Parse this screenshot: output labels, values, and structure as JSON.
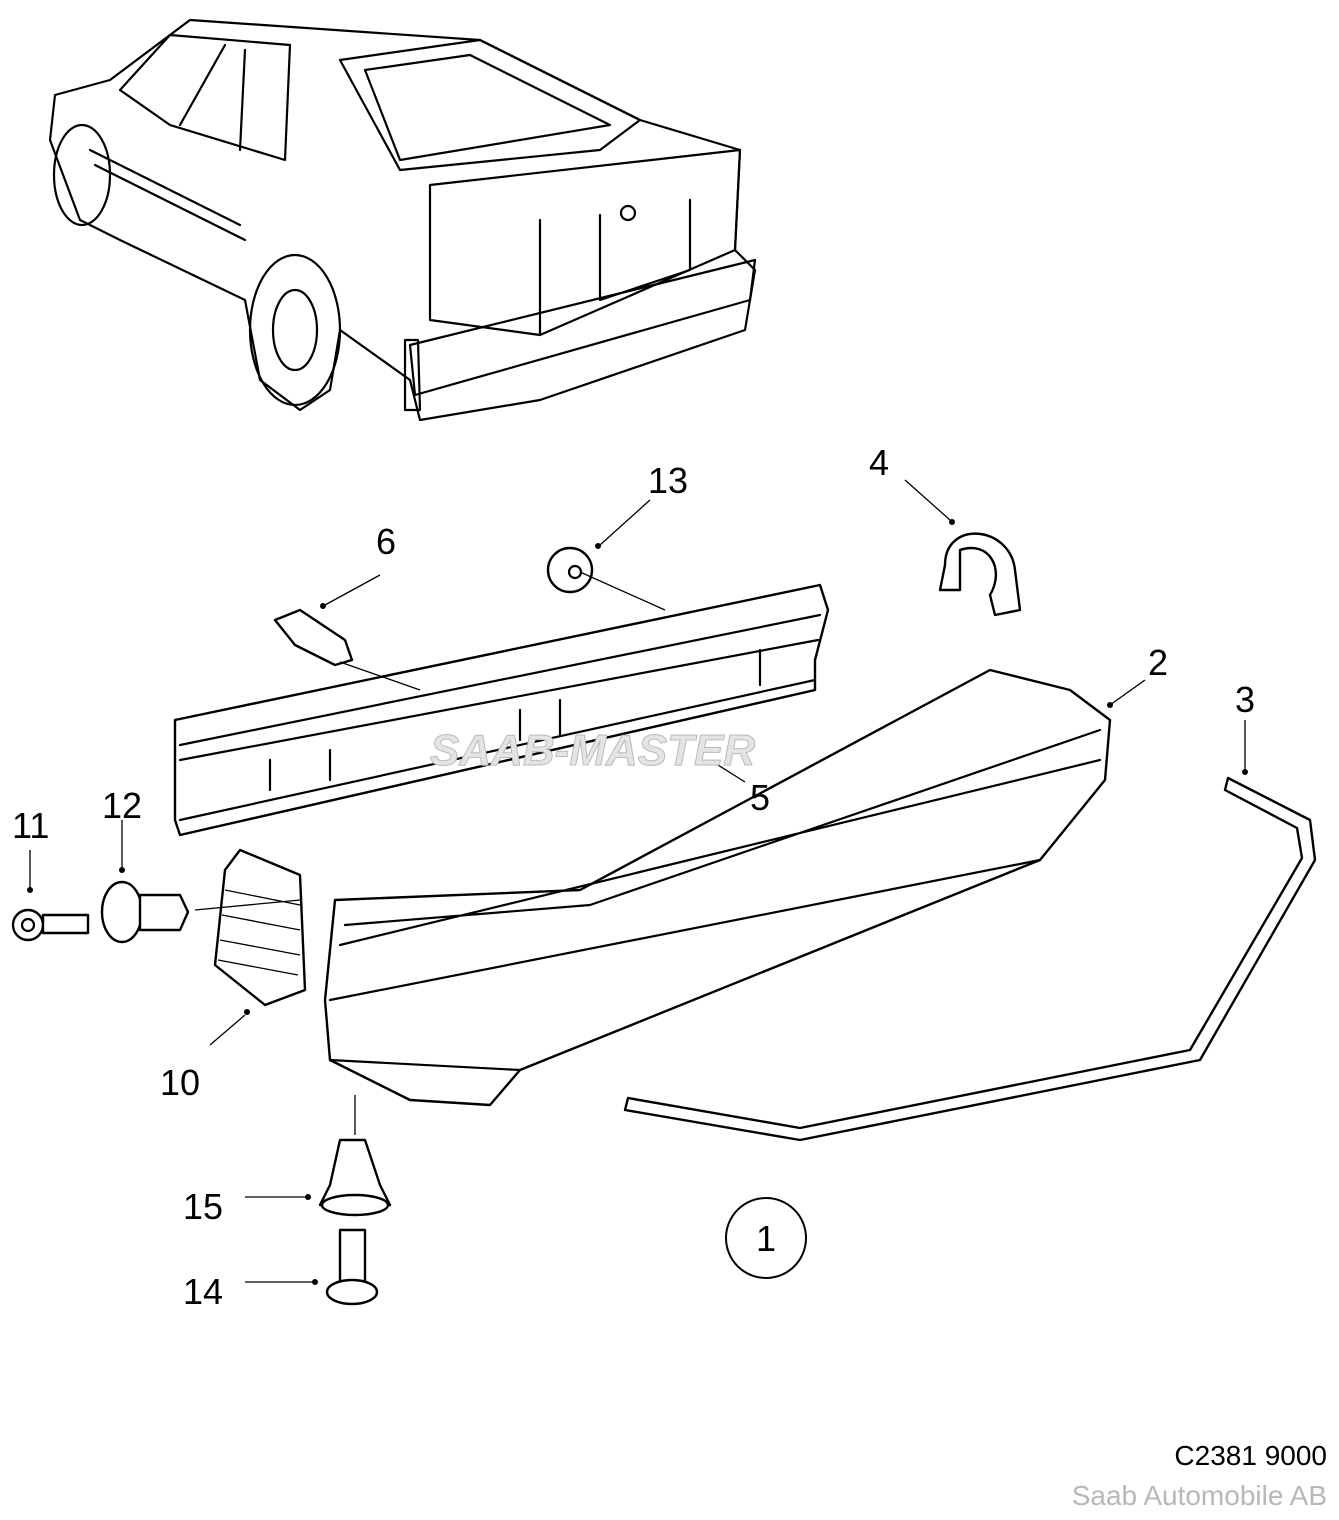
{
  "diagram": {
    "callouts": [
      {
        "id": "1",
        "label": "1"
      },
      {
        "id": "2",
        "label": "2"
      },
      {
        "id": "3",
        "label": "3"
      },
      {
        "id": "4",
        "label": "4"
      },
      {
        "id": "5",
        "label": "5"
      },
      {
        "id": "6",
        "label": "6"
      },
      {
        "id": "10",
        "label": "10"
      },
      {
        "id": "11",
        "label": "11"
      },
      {
        "id": "12",
        "label": "12"
      },
      {
        "id": "13",
        "label": "13"
      },
      {
        "id": "14",
        "label": "14"
      },
      {
        "id": "15",
        "label": "15"
      }
    ],
    "watermark": "SAAB-MASTER",
    "drawing_code": "C2381 9000",
    "copyright": "Saab Automobile AB"
  }
}
